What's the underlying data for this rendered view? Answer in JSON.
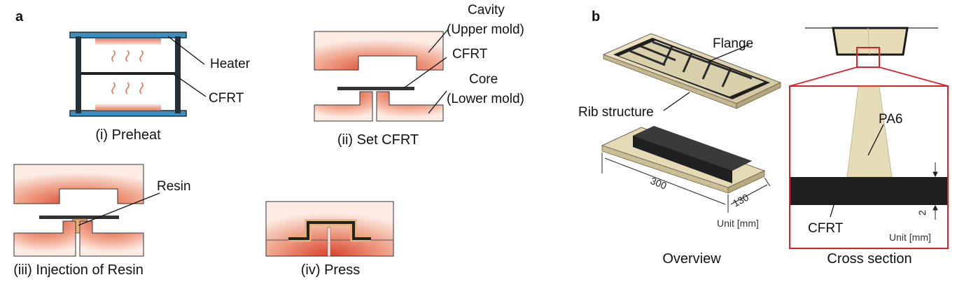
{
  "panel_a": {
    "label": "a",
    "steps": {
      "preheat": {
        "caption": "(i) Preheat",
        "heater_label": "Heater",
        "cfrt_label": "CFRT"
      },
      "set_cfrt": {
        "caption": "(ii) Set CFRT",
        "cavity_label_1": "Cavity",
        "cavity_label_2": "(Upper mold)",
        "cfrt_label": "CFRT",
        "core_label_1": "Core",
        "core_label_2": "(Lower mold)"
      },
      "injection": {
        "caption": "(iii) Injection of Resin",
        "resin_label": "Resin"
      },
      "press": {
        "caption": "(iv) Press"
      }
    }
  },
  "panel_b": {
    "label": "b",
    "overview": {
      "caption": "Overview",
      "flange_label": "Flange",
      "rib_label": "Rib structure",
      "dim_length": "300",
      "dim_width": "130",
      "unit": "Unit [mm]"
    },
    "cross_section": {
      "caption": "Cross section",
      "pa6_label": "PA6",
      "cfrt_label": "CFRT",
      "dim_thickness": "2",
      "unit": "Unit [mm]"
    }
  },
  "colors": {
    "mold_hot": "#d9412b",
    "mold_light": "#fbe3da",
    "frame": "#26303a",
    "plate_blue": "#3a8fc0",
    "cfrt": "#222222",
    "pa6": "#e6dcb8",
    "outline_red": "#d8232a",
    "resin": "#e8b072"
  }
}
